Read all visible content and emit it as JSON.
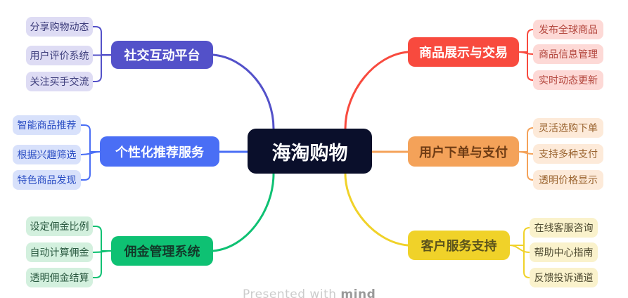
{
  "title": "海淘购物",
  "watermark": {
    "prefix": "Presented with ",
    "brand": "mind"
  },
  "colors": {
    "center_bg": "#0a0f2b",
    "purple": "#5351c9",
    "blue": "#4a6ef5",
    "green": "#0ec173",
    "red": "#f84a3e",
    "orange": "#f4a259",
    "yellow": "#f0d229",
    "purple_light": "#dedcf4",
    "blue_light": "#d8e1fb",
    "green_light": "#d3f0de",
    "red_light": "#fdd9d6",
    "orange_light": "#fdead9",
    "yellow_light": "#faf2cc"
  },
  "branches": [
    {
      "label": "社交互动平台",
      "side": "left",
      "color": "#5351c9",
      "children": [
        "分享购物动态",
        "用户评价系统",
        "关注买手交流"
      ]
    },
    {
      "label": "个性化推荐服务",
      "side": "left",
      "color": "#4a6ef5",
      "children": [
        "智能商品推荐",
        "根据兴趣筛选",
        "特色商品发现"
      ]
    },
    {
      "label": "佣金管理系统",
      "side": "left",
      "color": "#0ec173",
      "children": [
        "设定佣金比例",
        "自动计算佣金",
        "透明佣金结算"
      ]
    },
    {
      "label": "商品展示与交易",
      "side": "right",
      "color": "#f84a3e",
      "children": [
        "发布全球商品",
        "商品信息管理",
        "实时动态更新"
      ]
    },
    {
      "label": "用户下单与支付",
      "side": "right",
      "color": "#f4a259",
      "children": [
        "灵活选购下单",
        "支持多种支付",
        "透明价格显示"
      ]
    },
    {
      "label": "客户服务支持",
      "side": "right",
      "color": "#f0d229",
      "children": [
        "在线客服咨询",
        "帮助中心指南",
        "反馈投诉通道"
      ]
    }
  ]
}
